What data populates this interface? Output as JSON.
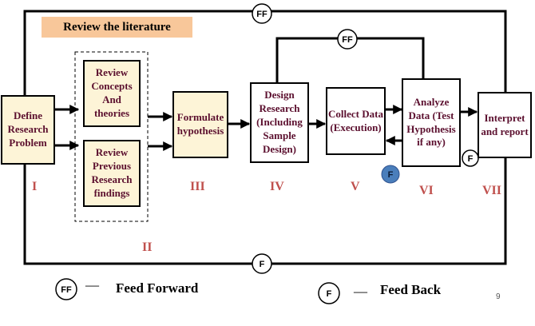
{
  "banner": "Review the literature",
  "boxes": {
    "define": "Define Research Problem",
    "review_concepts": "Review Concepts And theories",
    "review_previous": "Review Previous Research findings",
    "formulate": "Formulate hypothesis",
    "design": "Design Research (Including Sample Design)",
    "collect": "Collect Data (Execution)",
    "analyze": "Analyze Data (Test Hypothesis if any)",
    "interpret": "Interpret and report"
  },
  "stages": {
    "i": "I",
    "ii": "II",
    "iii": "III",
    "iv": "IV",
    "v": "V",
    "vi": "VI",
    "vii": "VII"
  },
  "markers": {
    "ff": "FF",
    "f": "F"
  },
  "legend": {
    "ff_symbol": "FF",
    "ff_dash": "—",
    "ff_label": "Feed Forward",
    "f_symbol": "F",
    "f_dash": "—",
    "f_label": "Feed Back"
  },
  "page_number": "9",
  "colors": {
    "box_text": "#5b0f2e",
    "stage_numerals": "#c0504d",
    "cream_fill": "#fdf4d7",
    "banner_fill": "#f8c79a",
    "feedback_dot": "#4a7ebb"
  }
}
